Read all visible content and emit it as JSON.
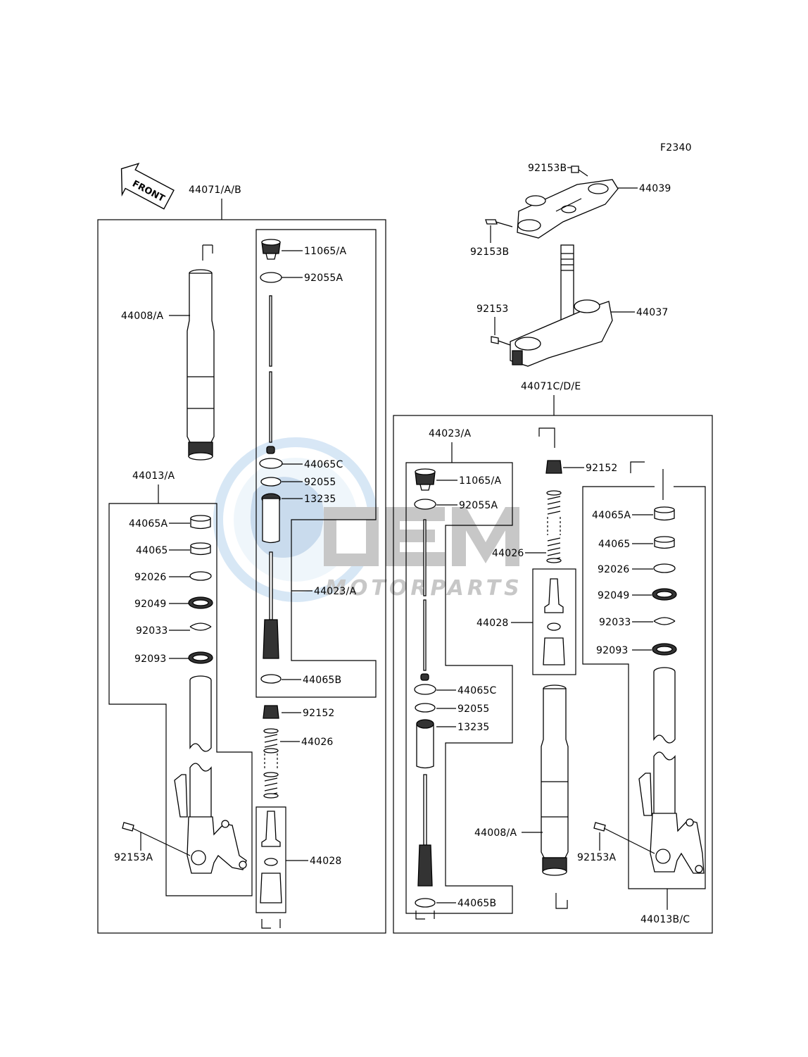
{
  "figure_code": "F2340",
  "front_label": "FRONT",
  "watermark": {
    "brand": "OEM",
    "subtitle": "MOTORPARTS",
    "color": "#a9a9a9",
    "circle_color": "#b8d4ee"
  },
  "left_assembly": {
    "title": "44071/A/B",
    "labels": {
      "outer_tube": "44008/A",
      "axle_holder_group": "44013/A",
      "bushing_a": "44065A",
      "bushing": "44065",
      "washer": "92026",
      "oil_seal": "92049",
      "retainer": "92033",
      "dust_seal": "92093",
      "bolt": "92153A",
      "cap_bolt": "11065/A",
      "o_ring_a": "92055A",
      "bushing_c": "44065C",
      "o_ring": "92055",
      "tube": "13235",
      "cartridge": "44023/A",
      "bushing_b": "44065B",
      "nut": "92152",
      "spring": "44026",
      "damper": "44028"
    }
  },
  "right_assembly": {
    "title": "44071C/D/E",
    "labels": {
      "cartridge_group": "44023/A",
      "cap_bolt": "11065/A",
      "o_ring_a": "92055A",
      "bushing_c": "44065C",
      "o_ring": "92055",
      "tube": "13235",
      "bushing_b": "44065B",
      "nut": "92152",
      "spring": "44026",
      "damper": "44028",
      "outer_tube": "44008/A",
      "bushing_a": "44065A",
      "bushing": "44065",
      "washer": "92026",
      "oil_seal": "92049",
      "retainer": "92033",
      "dust_seal": "92093",
      "bolt": "92153A",
      "axle_holder_group": "44013B/C"
    }
  },
  "triple_clamp": {
    "upper_bolt_b1": "92153B",
    "upper_bracket": "44039",
    "upper_bolt_b2": "92153B",
    "lower_bolt": "92153",
    "stem_bracket": "44037"
  }
}
